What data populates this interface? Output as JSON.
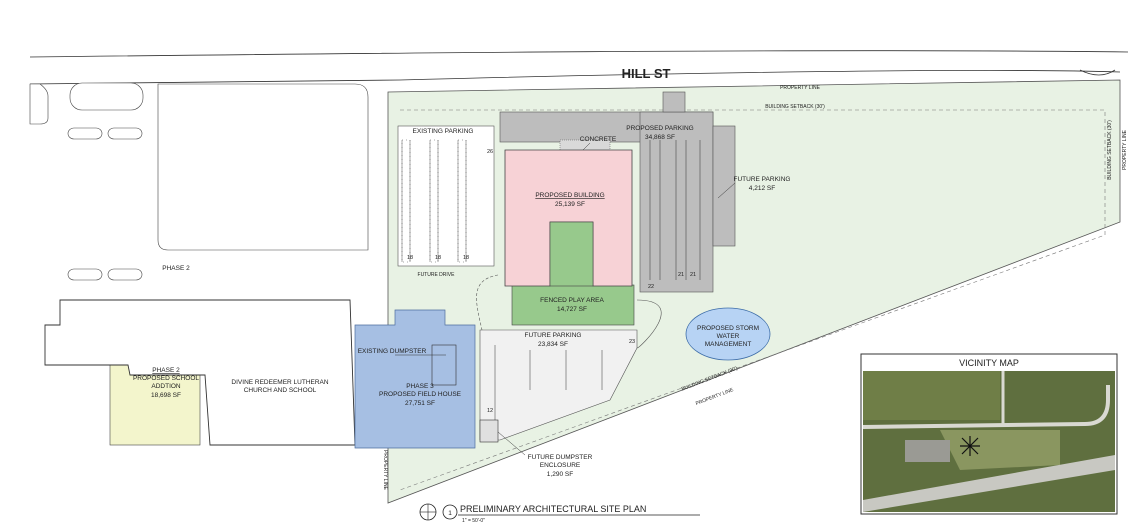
{
  "street": "HILL ST",
  "line_labels": {
    "property_line": "PROPERTY LINE",
    "building_setback_top": "BUILDING SETBACK (30')",
    "building_setback_right": "BUILDING SETBACK (30')",
    "property_line_right": "PROPERTY LINE",
    "building_setback_bottom": "BUILDING SETBACK (30')",
    "property_line_bottom": "PROPERTY LINE",
    "property_line_left": "PROPERTY LINE",
    "future_drive": "FUTURE DRIVE"
  },
  "areas": {
    "existing_parking": "EXISTING PARKING",
    "proposed_parking": {
      "name": "PROPOSED PARKING",
      "area": "34,868 SF"
    },
    "concrete": "CONCRETE",
    "proposed_building": {
      "name": "PROPOSED BUILDING",
      "area": "25,139 SF"
    },
    "fenced_play_area": {
      "name": "FENCED PLAY AREA",
      "area": "14,727 SF"
    },
    "future_parking_right": {
      "name": "FUTURE PARKING",
      "area": "4,212 SF"
    },
    "future_parking_lower": {
      "name": "FUTURE PARKING",
      "area": "23,834 SF"
    },
    "storm_water": {
      "line1": "PROPOSED STORM",
      "line2": "WATER",
      "line3": "MANAGEMENT"
    },
    "phase2_label": "PHASE 2",
    "phase2_school": {
      "phase": "PHASE 2",
      "name1": "PROPOSED SCHOOL",
      "name2": "ADDTION",
      "area": "18,698 SF"
    },
    "church": {
      "line1": "DIVINE REDEEMER LUTHERAN",
      "line2": "CHURCH AND SCHOOL"
    },
    "existing_dumpster": "EXISTING DUMPSTER",
    "phase3": {
      "phase": "PHASE 3",
      "name": "PROPOSED FIELD HOUSE",
      "area": "27,751 SF"
    },
    "dumpster_enclosure": {
      "line1": "FUTURE DUMPSTER",
      "line2": "ENCLOSURE",
      "area": "1,290 SF"
    }
  },
  "stall_counts": [
    "18",
    "18",
    "18",
    "22",
    "21",
    "21",
    "12",
    "26",
    "23"
  ],
  "vicinity_map": {
    "title": "VICINITY MAP"
  },
  "title_block": {
    "number": "1",
    "title": "PRELIMINARY ARCHITECTURAL SITE PLAN",
    "scale": "1\" = 50'-0\""
  },
  "colors": {
    "lot_green": "#e8f2e4",
    "parking_gray": "#bdbdbd",
    "building_pink": "#f7d2d6",
    "play_green": "#97c98c",
    "field_house_blue": "#a6bfe3",
    "phase2_yellow": "#f3f5cc",
    "storm_blue": "#b7d3f4"
  }
}
